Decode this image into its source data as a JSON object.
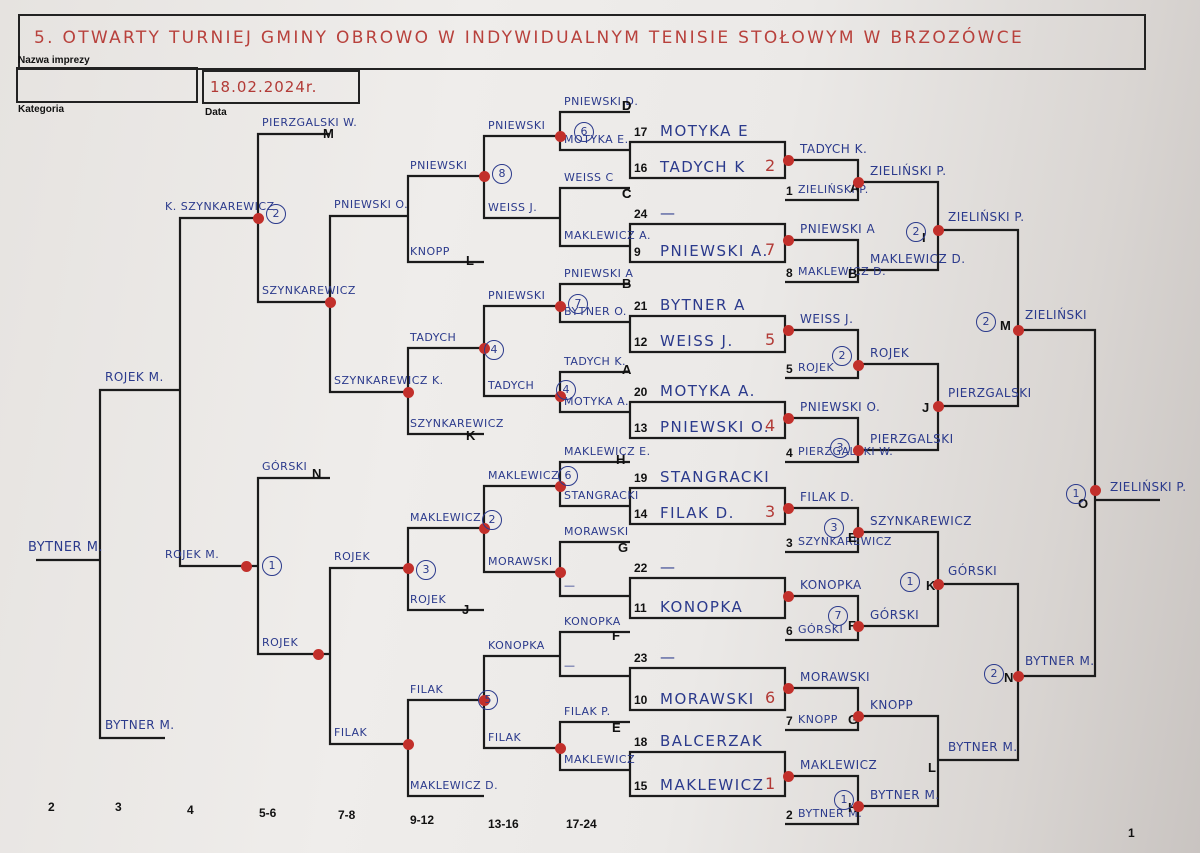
{
  "title": "5. OTWARTY TURNIEJ GMINY OBROWO W INDYWIDUALNYM TENISIE STOŁOWYM W BRZOZÓWCE",
  "form": {
    "event_label": "Nazwa imprezy",
    "category_label": "Kategoria",
    "date_label": "Data",
    "date_value": "18.02.2024r."
  },
  "places": [
    "2",
    "3",
    "4",
    "5-6",
    "7-8",
    "9-12",
    "13-16",
    "17-24",
    "1"
  ],
  "bracket_letters": [
    "A",
    "B",
    "C",
    "D",
    "E",
    "F",
    "G",
    "H",
    "I",
    "J",
    "K",
    "L",
    "M",
    "N",
    "O",
    "A",
    "B",
    "C",
    "D",
    "E",
    "F",
    "G",
    "H",
    "J",
    "K",
    "L",
    "M",
    "N"
  ],
  "center_entries": [
    {
      "seed": "17",
      "name": "MOTYKA E"
    },
    {
      "seed": "16",
      "name": "TADYCH K",
      "score": "2"
    },
    {
      "seed": "24",
      "name": "—"
    },
    {
      "seed": "9",
      "name": "PNIEWSKI A.",
      "score": "7"
    },
    {
      "seed": "21",
      "name": "BYTNER A"
    },
    {
      "seed": "12",
      "name": "WEISS J.",
      "score": "5"
    },
    {
      "seed": "20",
      "name": "MOTYKA A."
    },
    {
      "seed": "13",
      "name": "PNIEWSKI O.",
      "score": "4"
    },
    {
      "seed": "19",
      "name": "STANGRACKI"
    },
    {
      "seed": "14",
      "name": "FILAK D.",
      "score": "3"
    },
    {
      "seed": "22",
      "name": "—"
    },
    {
      "seed": "11",
      "name": "KONOPKA"
    },
    {
      "seed": "23",
      "name": "—"
    },
    {
      "seed": "10",
      "name": "MORAWSKI",
      "score": "6"
    },
    {
      "seed": "18",
      "name": "BALCERZAK"
    },
    {
      "seed": "15",
      "name": "MAKLEWICZ",
      "score": "1"
    }
  ],
  "right_seeds": [
    {
      "seed": "1",
      "name": "ZIELIŃSKI P."
    },
    {
      "seed": "8",
      "name": "MAKLEWICZ D."
    },
    {
      "seed": "5",
      "name": "ROJEK"
    },
    {
      "seed": "4",
      "name": "PIERZGALSKI W."
    },
    {
      "seed": "3",
      "name": "SZYNKAREWICZ"
    },
    {
      "seed": "6",
      "name": "GÓRSKI"
    },
    {
      "seed": "7",
      "name": "KNOPP"
    },
    {
      "seed": "2",
      "name": "BYTNER M."
    }
  ],
  "right_winners": {
    "r1": [
      "TADYCH K.",
      "PNIEWSKI A",
      "WEISS J.",
      "PNIEWSKI O.",
      "FILAK D.",
      "KONOPKA",
      "MORAWSKI",
      "MAKLEWICZ"
    ],
    "r2": [
      "ZIELIŃSKI P.",
      "MAKLEWICZ D.",
      "ROJEK",
      "PIERZGALSKI",
      "SZYNKAREWICZ",
      "GÓRSKI",
      "KNOPP",
      "BYTNER M."
    ],
    "r3": [
      "ZIELIŃSKI P.",
      "PIERZGALSKI",
      "GÓRSKI",
      "BYTNER M."
    ],
    "r4": [
      "ZIELIŃSKI",
      "BYTNER M."
    ],
    "champion": "ZIELIŃSKI P."
  },
  "left_names": {
    "l1": [
      "PNIEWSKI D.",
      "MOTYKA E.",
      "WEISS C",
      "MAKLEWICZ A.",
      "PNIEWSKI A",
      "BYTNER O.",
      "TADYCH K.",
      "MOTYKA A.",
      "MAKLEWICZ E.",
      "STANGRACKI",
      "MORAWSKI",
      "—",
      "KONOPKA",
      "—",
      "FILAK P.",
      "MAKLEWICZ"
    ],
    "l2": [
      "PNIEWSKI",
      "WEISS J.",
      "PNIEWSKI",
      "TADYCH",
      "MAKLEWICZ",
      "MORAWSKI",
      "KONOPKA",
      "FILAK"
    ],
    "l3": [
      "PNIEWSKI",
      "KNOPP",
      "TADYCH",
      "SZYNKAREWICZ",
      "MAKLEWICZ",
      "ROJEK",
      "FILAK",
      "MAKLEWICZ D."
    ],
    "l4": [
      "PNIEWSKI O.",
      "SZYNKAREWICZ K.",
      "ROJEK",
      "FILAK"
    ],
    "l5": [
      "PIERZGALSKI W.",
      "SZYNKAREWICZ",
      "GÓRSKI",
      "ROJEK"
    ],
    "l6": [
      "K. SZYNKAREWICZ",
      "ROJEK M."
    ],
    "l7": [
      "ROJEK M.",
      "BYTNER M."
    ],
    "final": "BYTNER M."
  },
  "circled": [
    "6",
    "8",
    "2",
    "7",
    "4",
    "4",
    "6",
    "2",
    "3",
    "5",
    "2",
    "1",
    "2",
    "3",
    "7",
    "1",
    "1",
    "2",
    "1",
    "2",
    "3"
  ]
}
